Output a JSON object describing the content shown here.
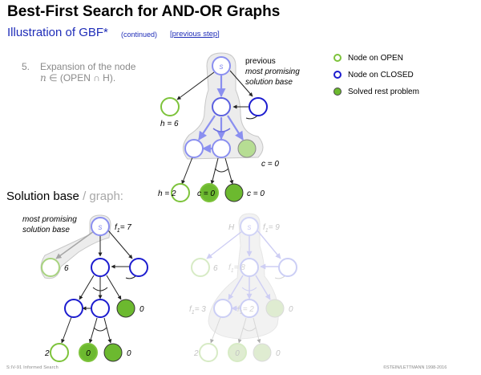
{
  "header": {
    "title": "Best-First Search for AND-OR Graphs",
    "subtitle": "Illustration of GBF*",
    "continued": "(continued)",
    "previous_step_link": "previous step"
  },
  "step": {
    "number": "5.",
    "line1": "Expansion of the node",
    "line2_var": "n",
    "line2_rest": " ∈ (OPEN ∩ H)."
  },
  "section": {
    "solution_base": "Solution base",
    "sep": " / ",
    "graph": "graph:"
  },
  "legend": {
    "open": "Node on OPEN",
    "closed": "Node on CLOSED",
    "solved": "Solved rest problem",
    "colors": {
      "open": "#7dc33b",
      "closed": "#1c1ccf",
      "solved": "#6cb92f"
    }
  },
  "top_graph": {
    "note_line1": "previous",
    "note_line2": "most promising",
    "note_line3": "solution base",
    "root": "s",
    "labels": {
      "h6": "h = 6",
      "c0_right": "c = 0",
      "h2": "h = 2",
      "c0_mid": "c = 0",
      "c0_end": "c = 0"
    }
  },
  "bottom_left": {
    "note_line1": "most promising",
    "note_line2": "solution base",
    "root": "s",
    "f_label": "= 7",
    "labels": {
      "six": "6",
      "zero_right": "0",
      "two": "2",
      "zero_in": "0",
      "zero_end": "0"
    }
  },
  "bottom_right": {
    "H": "H",
    "root": "s",
    "f_top": "= 9",
    "f_mid": "= 8",
    "f_left": "= 3",
    "f_inner": "= 2",
    "labels": {
      "six": "6",
      "zero_right": "0",
      "two": "2",
      "zero_in": "0",
      "zero_end": "0"
    }
  },
  "footer": {
    "left": "S:IV-91    Informed Search",
    "right": "©STEIN/LETTMANN 1998-2016"
  }
}
